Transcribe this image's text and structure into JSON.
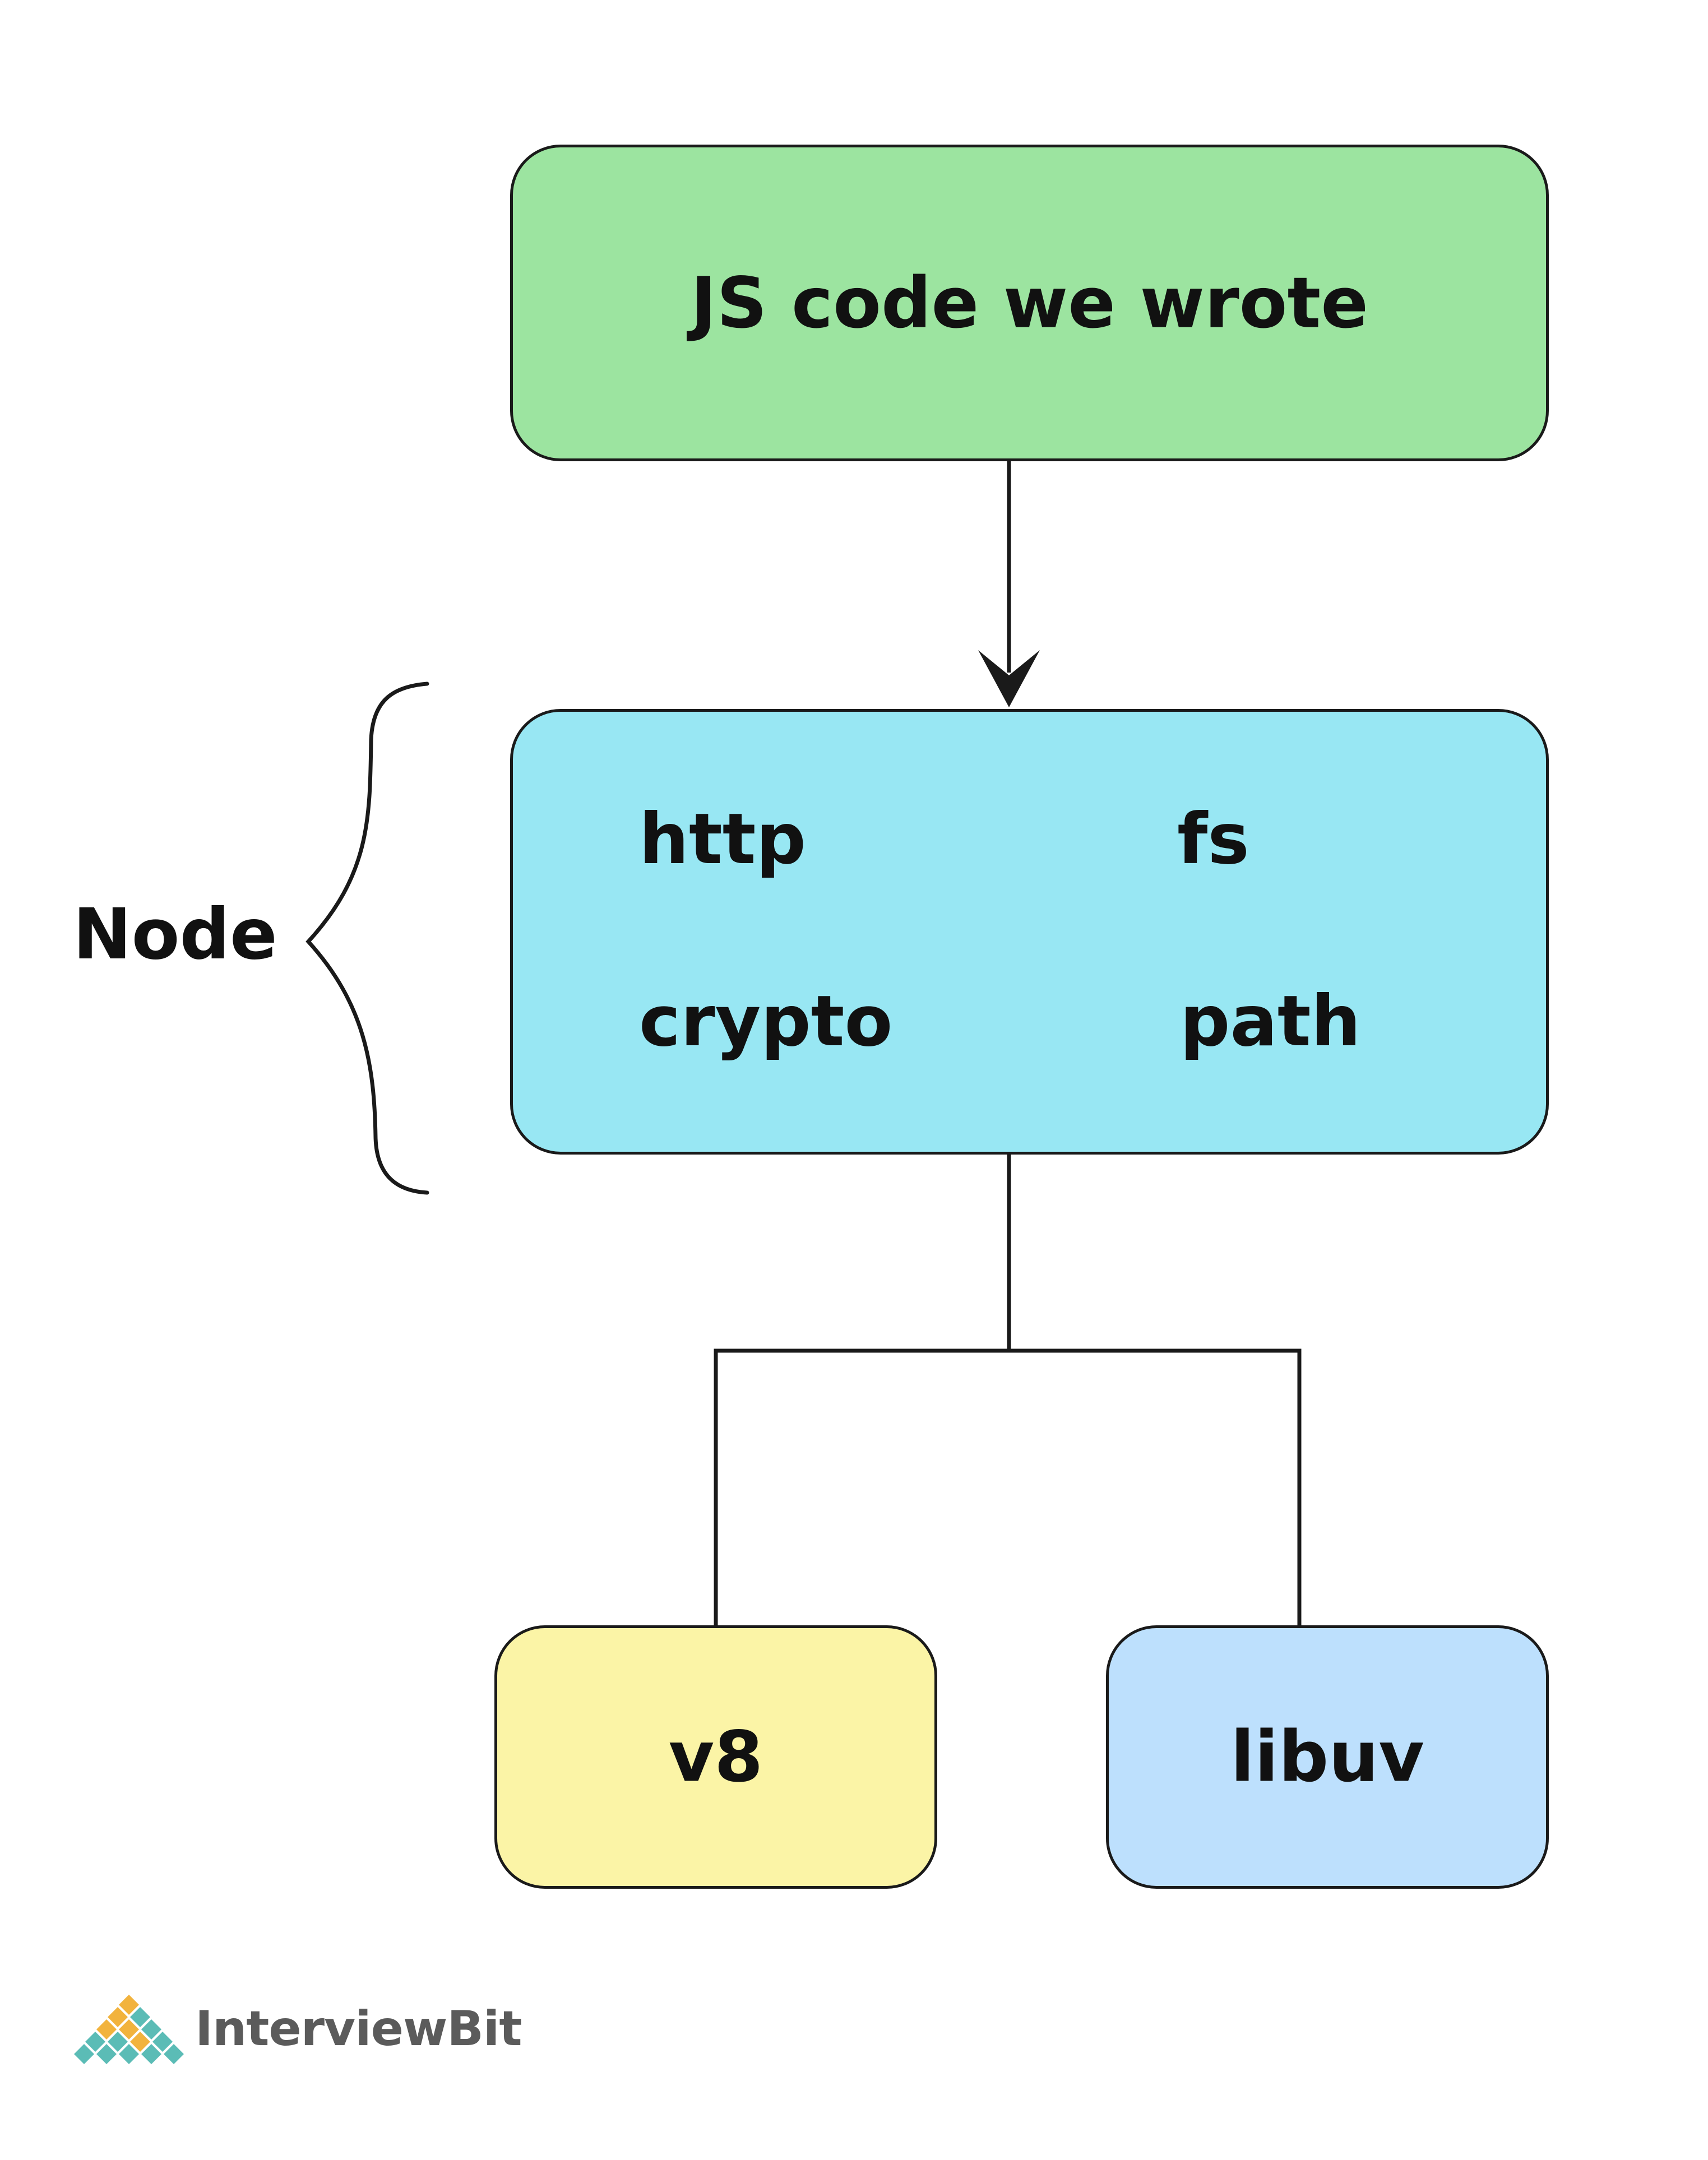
{
  "diagram": {
    "top_box": {
      "label": "JS code we wrote",
      "color": "#9ce4a0"
    },
    "node_box": {
      "modules": [
        "http",
        "fs",
        "crypto",
        "path"
      ],
      "color": "#98e7f3"
    },
    "brace_label": "Node",
    "bottom_boxes": [
      {
        "label": "v8",
        "color": "#fbf4a6"
      },
      {
        "label": "libuv",
        "color": "#bde0fd"
      }
    ]
  },
  "branding": {
    "logo_text": "InterviewBit",
    "logo_icon": "interviewbit-logo-icon"
  }
}
